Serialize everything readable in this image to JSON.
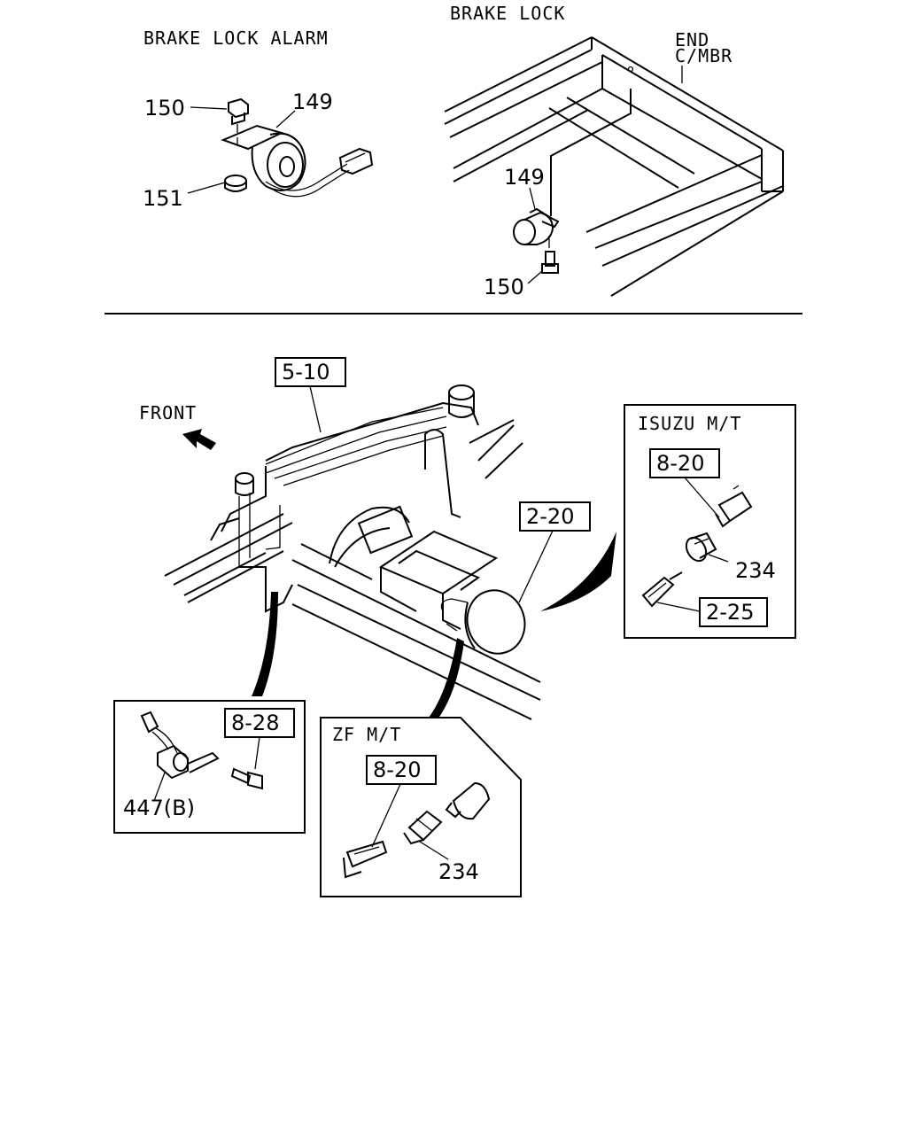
{
  "labels": {
    "brake_lock_alarm": "BRAKE LOCK ALARM",
    "brake_lock": "BRAKE LOCK",
    "end_cmbr_line1": "END",
    "end_cmbr_line2": "C/MBR",
    "front": "FRONT",
    "isuzu_mt": "ISUZU M/T",
    "zf_mt": "ZF M/T"
  },
  "part_numbers": {
    "alarm_bolt": "150",
    "alarm_unit": "149",
    "alarm_nut": "151",
    "lock_unit": "149",
    "lock_bolt": "150",
    "isuzu_sensor": "234",
    "zf_sensor": "234",
    "zf_brake_switch": "447(B)"
  },
  "reference_boxes": {
    "frame_ref": "5-10",
    "transmission_ref": "2-20",
    "isuzu_ref_top": "8-20",
    "isuzu_ref_bottom": "2-25",
    "zf_ref": "8-20",
    "switch_ref": "8-28"
  }
}
